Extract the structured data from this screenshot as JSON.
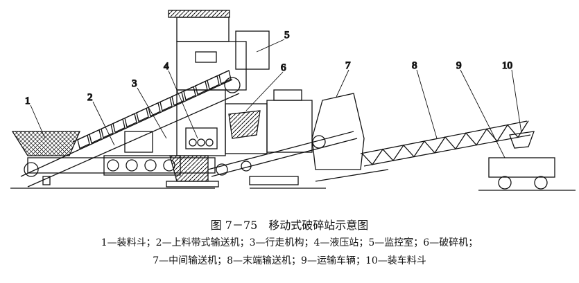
{
  "figure": {
    "title": "图 7－75　移动式破碎站示意图",
    "legend_line1": "1—装料斗；2—上料带式输送机；3—行走机构；4—液压站；5—监控室；6—破碎机；",
    "legend_line2": "7—中间输送机；8—末端输送机；9—运输车辆；10—装车料斗"
  },
  "callouts": [
    "1",
    "2",
    "3",
    "4",
    "5",
    "6",
    "7",
    "8",
    "9",
    "10"
  ]
}
